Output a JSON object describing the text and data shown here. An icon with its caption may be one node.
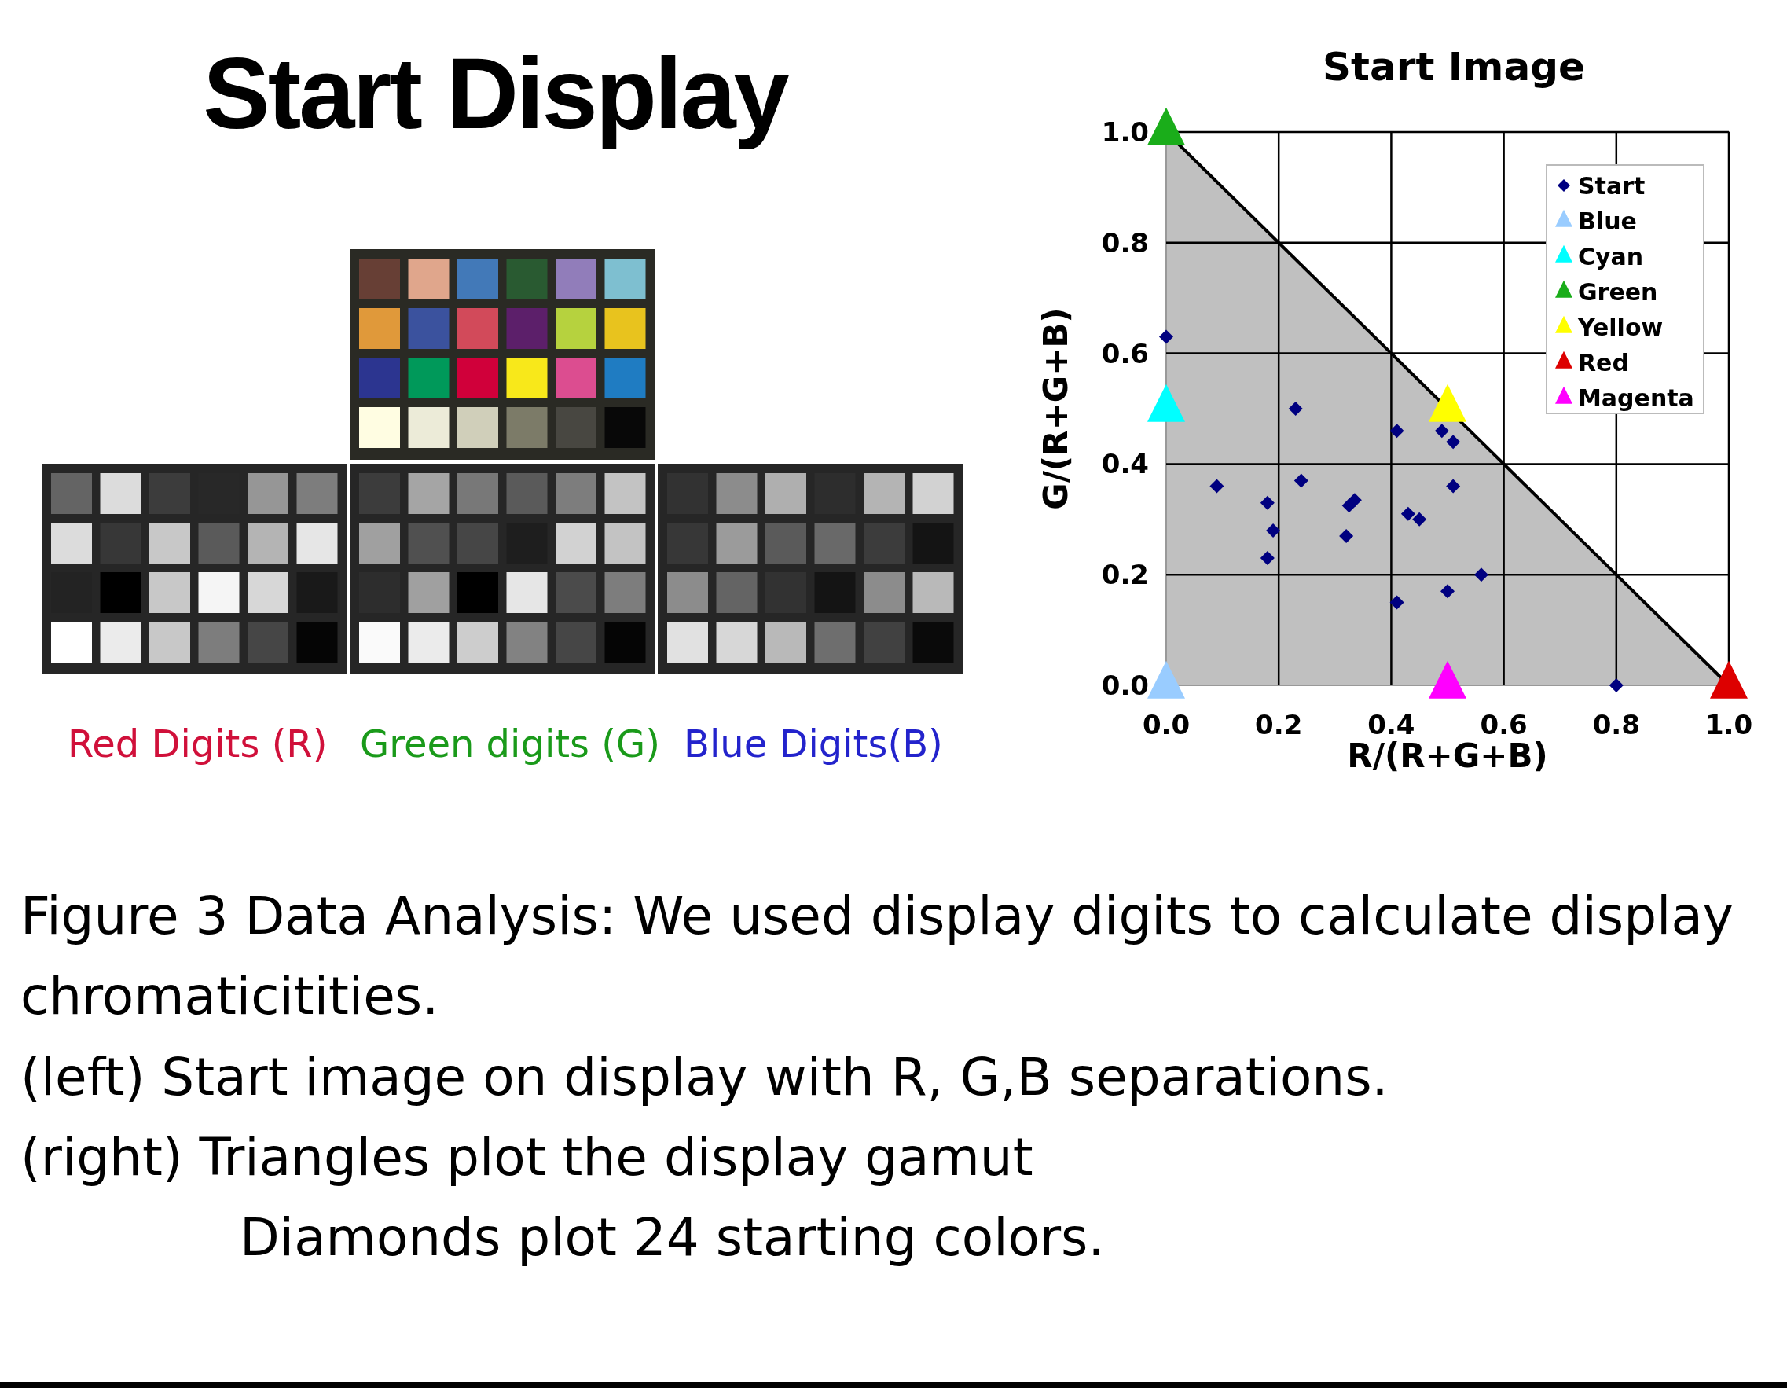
{
  "diagram": {
    "title": "Start Display",
    "caption": "Figure 3 Data Analysis: We used display digits to calculate display chromaticitities.",
    "labels": [
      "Red Digits (R)",
      "Green digits (G)",
      "Blue Digits(B)",
      "(left) Start image on display with R, G,B separations.",
      "(right) Triangles plot the display gamut",
      "Diamonds plot 24 starting colors."
    ],
    "chart_data": {
      "type": "scatter",
      "title": "Start Image",
      "xlabel": "R/(R+G+B)",
      "ylabel": "G/(R+G+B)",
      "grid": true,
      "legend": true,
      "xlim": [
        0,
        1
      ],
      "ylim": [
        0,
        1
      ],
      "xticks": [
        {
          "value": 0,
          "label": "0.0"
        },
        {
          "value": 0.2,
          "label": "0.2"
        },
        {
          "value": 0.4,
          "label": "0.4"
        },
        {
          "value": 0.6,
          "label": "0.6"
        },
        {
          "value": 0.8,
          "label": "0.8"
        },
        {
          "value": 1,
          "label": "1.0"
        }
      ],
      "yticks": [
        {
          "value": 0,
          "label": "0.0"
        },
        {
          "value": 0.2,
          "label": "0.2"
        },
        {
          "value": 0.4,
          "label": "0.4"
        },
        {
          "value": 0.6,
          "label": "0.6"
        },
        {
          "value": 0.8,
          "label": "0.8"
        },
        {
          "value": 1,
          "label": "1.0"
        }
      ],
      "series": [
        {
          "name": "Start",
          "color": "#000080",
          "marker": "diamond",
          "x": [
            0.0,
            0.23,
            0.41,
            0.49,
            0.51,
            0.09,
            0.24,
            0.18,
            0.325,
            0.335,
            0.51,
            0.43,
            0.45,
            0.19,
            0.32,
            0.18,
            0.56,
            0.5,
            0.41,
            0.8
          ],
          "values": [
            0.63,
            0.5,
            0.46,
            0.46,
            0.44,
            0.36,
            0.37,
            0.33,
            0.325,
            0.335,
            0.36,
            0.31,
            0.3,
            0.28,
            0.27,
            0.23,
            0.2,
            0.17,
            0.15,
            0.0
          ]
        },
        {
          "name": "Blue",
          "color": "#99ccff",
          "marker": "triangle",
          "x": [
            0
          ],
          "values": [
            0
          ]
        },
        {
          "name": "Cyan",
          "color": "#00ffff",
          "marker": "triangle",
          "x": [
            0
          ],
          "values": [
            0.5
          ]
        },
        {
          "name": "Green",
          "color": "#1aad1a",
          "marker": "triangle",
          "x": [
            0
          ],
          "values": [
            1
          ]
        },
        {
          "name": "Yellow",
          "color": "#ffff00",
          "marker": "triangle",
          "x": [
            0.5
          ],
          "values": [
            0.5
          ]
        },
        {
          "name": "Red",
          "color": "#dd0000",
          "marker": "triangle",
          "x": [
            1
          ],
          "values": [
            0
          ]
        },
        {
          "name": "Magenta",
          "color": "#ff00ff",
          "marker": "triangle",
          "x": [
            0.5
          ],
          "values": [
            0
          ]
        }
      ]
    }
  }
}
